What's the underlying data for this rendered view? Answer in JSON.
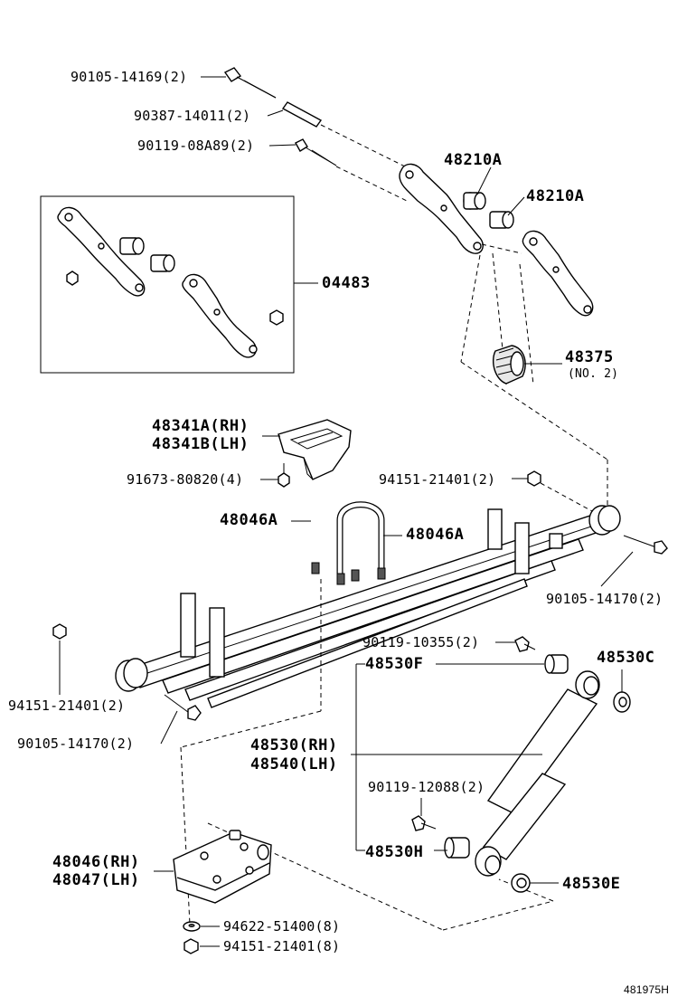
{
  "labels": {
    "bolt_top": "90105-14169(2)",
    "pin_top": "90387-14011(2)",
    "bolt_small": "90119-08A89(2)",
    "shackle_a1": "48210A",
    "shackle_a2": "48210A",
    "kit": "04483",
    "bumper": "48375",
    "bumper_no": "(NO. 2)",
    "seat_rh": "48341A(RH)",
    "seat_lh": "48341B(LH)",
    "seat_bolt": "91673-80820(4)",
    "nut_right": "94151-21401(2)",
    "ubolt_left": "48046A",
    "ubolt_right": "48046A",
    "bolt_right": "90105-14170(2)",
    "bolt_shock": "90119-10355(2)",
    "bushing_f": "48530F",
    "washer_c": "48530C",
    "nut_left": "94151-21401(2)",
    "bolt_left": "90105-14170(2)",
    "shock_rh": "48530(RH)",
    "shock_lh": "48540(LH)",
    "bolt_shock_low": "90119-12088(2)",
    "bushing_h": "48530H",
    "washer_e": "48530E",
    "plate_rh": "48046(RH)",
    "plate_lh": "48047(LH)",
    "washer_plate": "94622-51400(8)",
    "nut_plate": "94151-21401(8)",
    "figure_ref": "481975H"
  }
}
